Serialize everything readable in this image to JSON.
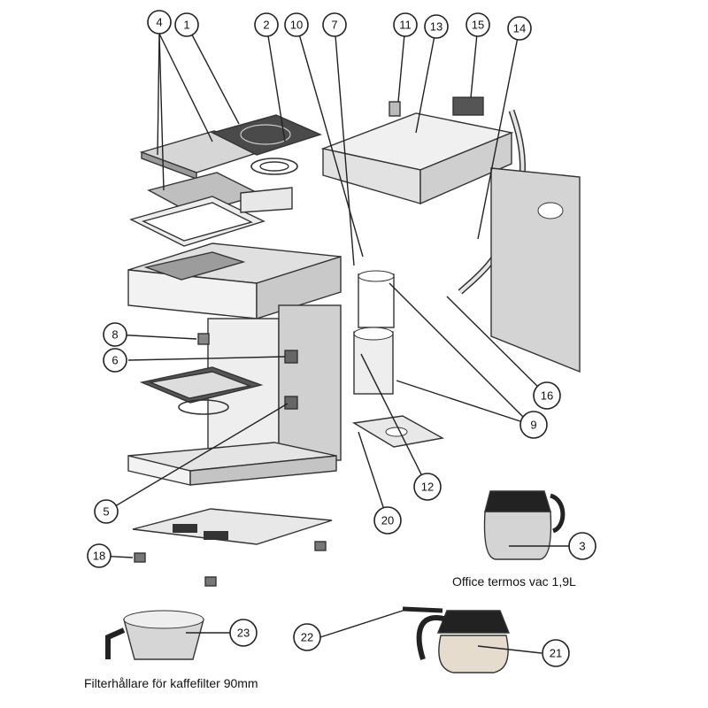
{
  "callouts": [
    "1",
    "2",
    "3",
    "4",
    "5",
    "6",
    "7",
    "8",
    "9",
    "10",
    "11",
    "12",
    "13",
    "14",
    "15",
    "16",
    "18",
    "20",
    "21",
    "22",
    "23"
  ],
  "captions": {
    "thermos": "Office termos vac 1,9L",
    "filter_holder": "Filterhållare för kaffefilter 90mm"
  },
  "colors": {
    "line": "#222222",
    "body_fill": "#e6e6e6",
    "glass": "#d8cfc2"
  }
}
